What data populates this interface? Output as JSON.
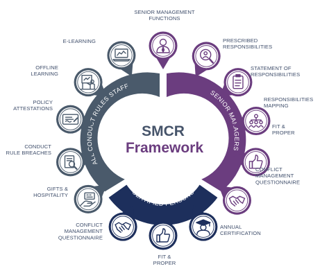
{
  "diagram": {
    "title_line1": "SMCR",
    "title_line2": "Framework",
    "segments": {
      "staff": "ALL CONDUCT RULES STAFF",
      "managers": "SENIOR MANAGERS",
      "certified": "CERTIFIED PERSONS"
    },
    "colors": {
      "staff": "#4a5a6b",
      "managers": "#6b3d7f",
      "certified": "#1d2f5c",
      "text": "#3f4e6b"
    },
    "items": [
      {
        "label_lines": [
          "SENIOR MANAGEMENT",
          "FUNCTIONS"
        ],
        "icon": "manager-person-icon",
        "group": "managers"
      },
      {
        "label_lines": [
          "PRESCRIBED",
          "RESPONSIBILITIES"
        ],
        "icon": "magnifier-person-icon",
        "group": "managers"
      },
      {
        "label_lines": [
          "STATEMENT OF",
          "RESPONSIBILITIES"
        ],
        "icon": "clipboard-icon",
        "group": "managers"
      },
      {
        "label_lines": [
          "RESPONSIBILITIES",
          "MAPPING"
        ],
        "icon": "org-chart-icon",
        "group": "managers"
      },
      {
        "label_lines": [
          "FIT &",
          "PROPER"
        ],
        "icon": "thumbs-up-icon",
        "group": "managers"
      },
      {
        "label_lines": [
          "CONFLICT",
          "MANAGEMENT",
          "QUESTIONNAIRE"
        ],
        "icon": "handshake-icon",
        "group": "managers"
      },
      {
        "label_lines": [
          "ANNUAL",
          "CERTIFICATION"
        ],
        "icon": "graduate-icon",
        "group": "certified"
      },
      {
        "label_lines": [
          "FIT &",
          "PROPER"
        ],
        "icon": "thumbs-up-icon",
        "group": "certified"
      },
      {
        "label_lines": [
          "CONFLICT",
          "MANAGEMENT",
          "QUESTIONNAIRE"
        ],
        "icon": "handshake-icon",
        "group": "certified"
      },
      {
        "label_lines": [
          "GIFTS &",
          "HOSPITALITY"
        ],
        "icon": "gift-card-icon",
        "group": "staff"
      },
      {
        "label_lines": [
          "CONDUCT",
          "RULE BREACHES"
        ],
        "icon": "document-search-icon",
        "group": "staff"
      },
      {
        "label_lines": [
          "POLICY",
          "ATTESTATIONS"
        ],
        "icon": "signed-document-icon",
        "group": "staff"
      },
      {
        "label_lines": [
          "OFFLINE",
          "LEARNING"
        ],
        "icon": "presenter-board-icon",
        "group": "staff"
      },
      {
        "label_lines": [
          "E-LEARNING"
        ],
        "icon": "laptop-chart-icon",
        "group": "staff"
      }
    ]
  }
}
